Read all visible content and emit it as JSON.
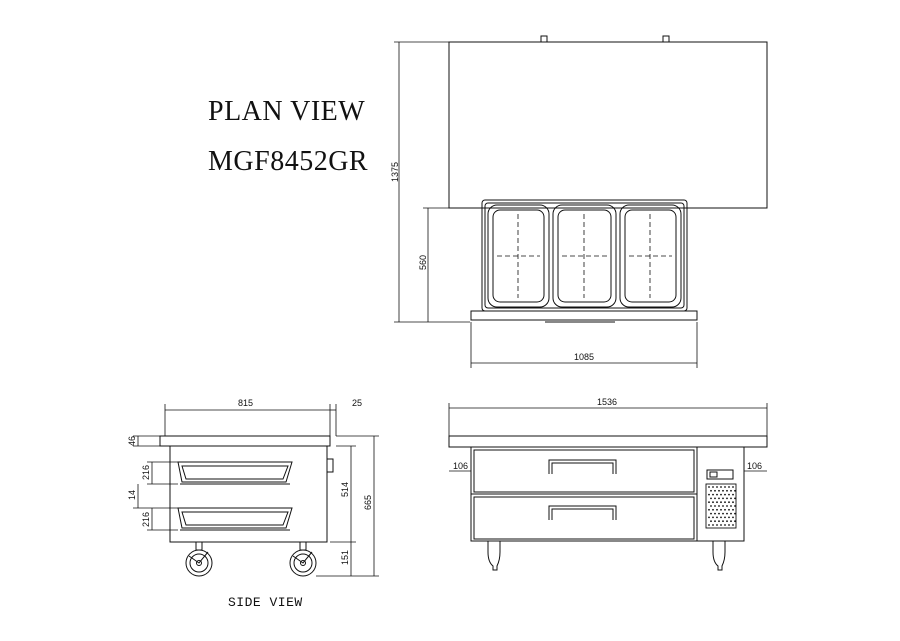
{
  "labels": {
    "plan_view": "PLAN VIEW",
    "model": "MGF8452GR",
    "side_view": "SIDE VIEW"
  },
  "dimensions": {
    "plan_depth": "1375",
    "plan_pan_depth": "560",
    "plan_pan_width": "1085",
    "side_width": "815",
    "side_overhang": "25",
    "side_top": "46",
    "side_drawer_upper": "216",
    "side_gap": "14",
    "side_drawer_lower": "216",
    "side_body": "514",
    "side_total": "665",
    "side_caster": "151",
    "front_width": "1536",
    "front_left_margin": "106",
    "front_right_margin": "106"
  }
}
